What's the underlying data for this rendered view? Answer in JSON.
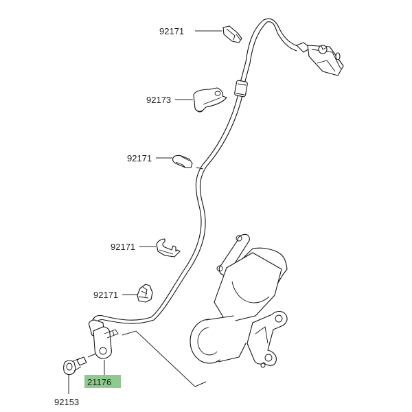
{
  "diagram": {
    "type": "exploded-parts-diagram",
    "subject": "front ABS wheel speed sensor wiring",
    "highlight_color": "#8fc98f",
    "parts": [
      {
        "id": "clamp-top",
        "number": "92171",
        "highlighted": false
      },
      {
        "id": "bracket",
        "number": "92173",
        "highlighted": false
      },
      {
        "id": "clamp-mid",
        "number": "92171",
        "highlighted": false
      },
      {
        "id": "clamp-lower-1",
        "number": "92171",
        "highlighted": false
      },
      {
        "id": "clamp-lower-2",
        "number": "92171",
        "highlighted": false
      },
      {
        "id": "sensor",
        "number": "21176",
        "highlighted": true
      },
      {
        "id": "bolt",
        "number": "92153",
        "highlighted": false
      }
    ]
  }
}
